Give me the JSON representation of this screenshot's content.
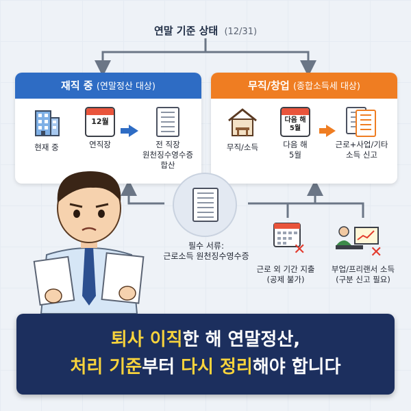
{
  "title": {
    "main": "연말 기준 상태",
    "date": "(12/31)"
  },
  "left_card": {
    "heading": "재직 중",
    "heading_sub": "(연말정산 대상)",
    "items": [
      {
        "label": "현재 중"
      },
      {
        "label": "연직장",
        "icon_text": "12월"
      },
      {
        "label": "전 직장\n원천징수영수증\n합산"
      }
    ]
  },
  "right_card": {
    "heading": "무직/창업",
    "heading_sub": "(종합소득세 대상)",
    "items": [
      {
        "label": "무직/소득"
      },
      {
        "label": "다음 해\n5월",
        "icon_text": "다음 해\n5월"
      },
      {
        "label": "근로+사업/기타\n소득 신고"
      }
    ]
  },
  "center": {
    "label": "필수 서류:\n근로소득 원천징수영수증"
  },
  "notes": [
    {
      "label": "근로 외 기간 지출\n(공제 불가)"
    },
    {
      "label": "부업/프리랜서 소득\n(구분 신고 필요)"
    }
  ],
  "banner": {
    "line1_a": "퇴사 이직",
    "line1_b": "한 해 연말정산,",
    "line2_a": "처리 기준",
    "line2_b": "부터 ",
    "line2_c": "다시 정리",
    "line2_d": "해야 합니다"
  },
  "colors": {
    "blue": "#2e6cc4",
    "orange": "#ef7d22",
    "navy": "#1c2f5e",
    "yellow": "#f7d33c",
    "red": "#e23b2e"
  },
  "icons": [
    "building-icon",
    "calendar-icon",
    "document-icon",
    "house-icon",
    "checklist-calendar-icon",
    "laptop-chart-icon",
    "x-mark-icon"
  ]
}
